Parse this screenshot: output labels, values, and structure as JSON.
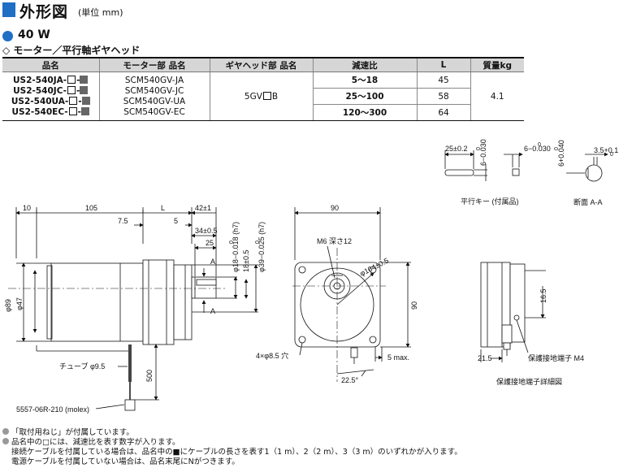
{
  "header": {
    "title": "外形図",
    "unit_note": "(単位 mm)"
  },
  "power": "40 W",
  "subtitle": "◇ モーター／平行軸ギヤヘッド",
  "table": {
    "headers": [
      "品名",
      "モーター部 品名",
      "ギヤヘッド部 品名",
      "減速比",
      "L",
      "質量kg"
    ],
    "products": [
      "US2-540JA-",
      "US2-540JC-",
      "US2-540UA-",
      "US2-540EC-"
    ],
    "motors": [
      "SCM540GV-JA",
      "SCM540GV-JC",
      "SCM540GV-UA",
      "SCM540GV-EC"
    ],
    "gearhead_prefix": "5GV",
    "gearhead_suffix": "B",
    "ratios": [
      "5～18",
      "25～100",
      "120～300"
    ],
    "L": [
      "45",
      "58",
      "64"
    ],
    "mass": "4.1"
  },
  "drawing": {
    "dims_top": [
      "10",
      "105",
      "L",
      "42±1",
      "7.5",
      "5",
      "34±0.5",
      "25"
    ],
    "dia_shaft": "φ18−0.018 (h7)",
    "dia_shaft_upper": "0",
    "dim_18": "18±0.5",
    "dia_pilot": "φ39−0.025 (h7)",
    "dia_pilot_upper": "0",
    "section_mark": "A",
    "dia_89": "φ89",
    "dia_47": "φ47",
    "tube": "チューブ φ9.5",
    "lead": "500",
    "connector": "5557-06R-210 (molex)",
    "front_width": "90",
    "tap": "M6 深さ12",
    "pcd": "φ104±0.5",
    "front_height": "90",
    "holes": "4×φ8.5 穴",
    "max_dim": "5 max.",
    "angle": "22.5°",
    "key_len": "25±0.2",
    "key_w": "6−0.030",
    "key_w_top": "0",
    "key_h": "6−0.030",
    "key_h_top": "0",
    "key_h2": "6+0.040",
    "key_h2_low": "0",
    "key_depth": "3.5+0.1",
    "key_depth_low": "0",
    "key_label": "平行キー (付属品)",
    "section_label": "断面 A-A",
    "side_16_5": "16.5",
    "side_21_5": "21.5",
    "ground_label": "保護接地端子 M4",
    "ground_detail": "保護接地端子詳細図"
  },
  "notes": [
    "「取付用ねじ」が付属しています。",
    "品名中の□には、減速比を表す数字が入ります。",
    "接続ケーブルを付属している場合は、品名中の■にケーブルの長さを表す1（1 m）、2（2 m）、3（3 m）のいずれかが入ります。",
    "電源ケーブルを付属していない場合は、品名末尾にNがつきます。"
  ],
  "colors": {
    "accent": "#1f6fc5",
    "header_bg": "#d6d6d6"
  }
}
